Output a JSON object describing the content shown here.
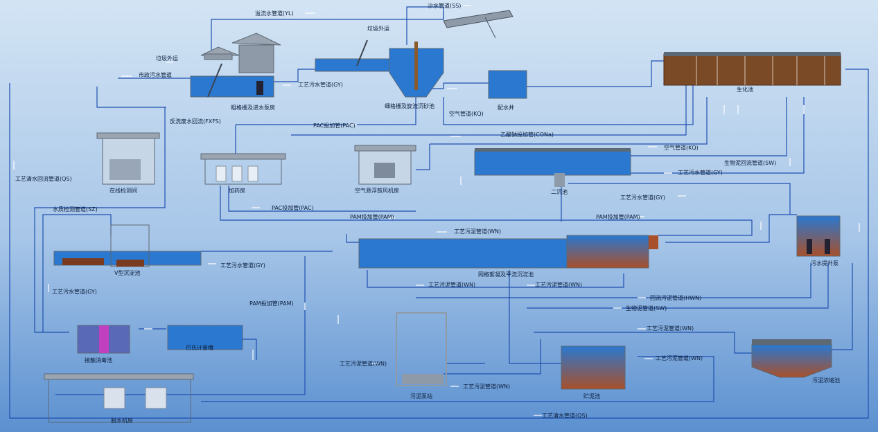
{
  "colors": {
    "pipe": "#1f4fb0",
    "water": "#2a78d0",
    "sludge": "#8a4a22",
    "bg_top": "#cfe2f4",
    "bg_bottom": "#5d92d0"
  },
  "units": {
    "coarse_screen": "粗格栅及进水泵房",
    "fine_screen": "细格栅及旋流沉砂池",
    "distribution_well": "配水井",
    "bio_tank": "生化池",
    "secondary_clarifier": "二沉池",
    "lift_pump": "污水提升泵",
    "online_monitor": "在线检测间",
    "dosing_room": "加药房",
    "blower_room": "空气悬浮鼓风机房",
    "v_filter": "V型沉淀池",
    "mesh_coag": "网格絮凝及平流沉淀池",
    "contact_tank": "接触消毒池",
    "parshall": "巴氏计量槽",
    "sludge_pump": "污泥泵站",
    "sludge_storage": "贮泥池",
    "thickener": "污泥浓缩池",
    "dewater_room": "脱水机房"
  },
  "pipes": {
    "overflow": "溢流水管道(YL)",
    "sand_water": "沙水管道(SS)",
    "trash_1": "垃圾外运",
    "trash_2": "垃圾外运",
    "municipal": "市政污水管道",
    "process_gy_1": "工艺污水管道(GY)",
    "air_1": "空气管道(KQ)",
    "backwash": "反洗废水回流(FXFS)",
    "pac_1": "PAC投加管(PAC)",
    "acetate": "乙酸钠投加管(CONa)",
    "air_2": "空气管道(KQ)",
    "bio_return": "生物泥回流管道(SW)",
    "process_gy_2": "工艺污水管道(GY)",
    "process_gy_3": "工艺污水管道(GY)",
    "clear_return": "工艺清水回流管道(QS)",
    "quality_check": "水质检测管道(SZ)",
    "pac_2": "PAC投加管(PAC)",
    "pam_1": "PAM投加管(PAM)",
    "pam_2": "PAM投加管(PAM)",
    "wn_1": "工艺污泥管道(WN)",
    "process_gy_4": "工艺污水管道(GY)",
    "wn_2": "工艺污泥管道(WN)",
    "wn_3": "工艺污泥管道(WN)",
    "process_gy_5": "工艺污水管道(GY)",
    "return_sludge": "回流污泥管道(HWN)",
    "bio_sludge": "生物泥管道(SW)",
    "pam_3": "PAM投加管(PAM)",
    "wn_4": "工艺污泥管道(WN)",
    "wn_5": "工艺污泥管道(WN)",
    "wn_6": "工艺污泥管道(WN)",
    "wn_7": "工艺污泥管道(WN)",
    "clear_water": "工艺清水管道(QS)"
  }
}
